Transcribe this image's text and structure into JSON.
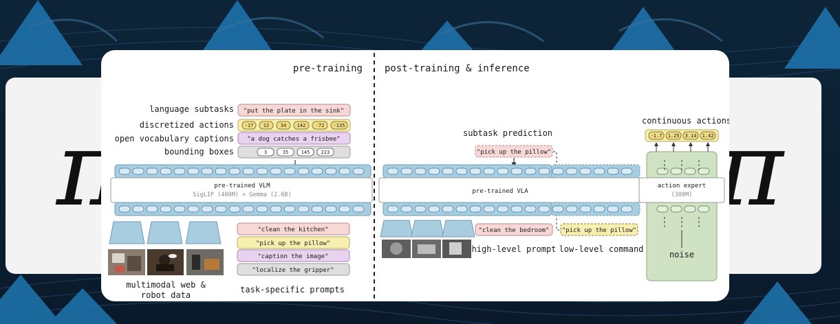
{
  "header": {
    "pre_training": "pre-training",
    "post_training": "post-training & inference"
  },
  "pretraining": {
    "output_labels": [
      "language subtasks",
      "discretized actions",
      "open vocabulary captions",
      "bounding boxes"
    ],
    "output_values": {
      "language_subtasks": "\"put the plate in the sink\"",
      "discretized_actions": [
        "-17",
        "12",
        "34",
        "142",
        "-72",
        "-135"
      ],
      "captions": "\"a dog catches a frisbee\"",
      "bounding_boxes": [
        "3",
        "35",
        "145",
        "223"
      ]
    },
    "model_title": "pre-trained VLM",
    "model_subtitle": "SigLIP (400M) + Gemma (2.6B)",
    "prompts": [
      "\"clean the kitchen\"",
      "\"pick up the pillow\"",
      "\"caption the image\"",
      "\"localize the gripper\""
    ],
    "data_caption_line1": "multimodal web &",
    "data_caption_line2": "robot data",
    "prompts_caption": "task-specific prompts"
  },
  "posttraining": {
    "subtask_prediction_label": "subtask prediction",
    "subtask_prediction_value": "\"pick up the pillow\"",
    "model_title": "pre-trained VLA",
    "action_expert_title": "action expert",
    "action_expert_subtitle": "(300M)",
    "continuous_actions_label": "continuous actions",
    "continuous_actions": [
      "-1.7",
      "1.25",
      "3.14",
      "1.42"
    ],
    "high_level_prompt_value": "\"clean the bedroom\"",
    "low_level_command_value": "\"pick up the pillow\"",
    "high_level_prompt_label": "high-level prompt",
    "low_level_command_label": "low-level command",
    "noise_label": "noise"
  },
  "colors": {
    "token_blue": "#a9cde0",
    "pink": "#f8d7d7",
    "yellow": "#f6efb0",
    "purple": "#e9d2ef",
    "gray": "#dedede",
    "green": "#cfe3c4"
  }
}
